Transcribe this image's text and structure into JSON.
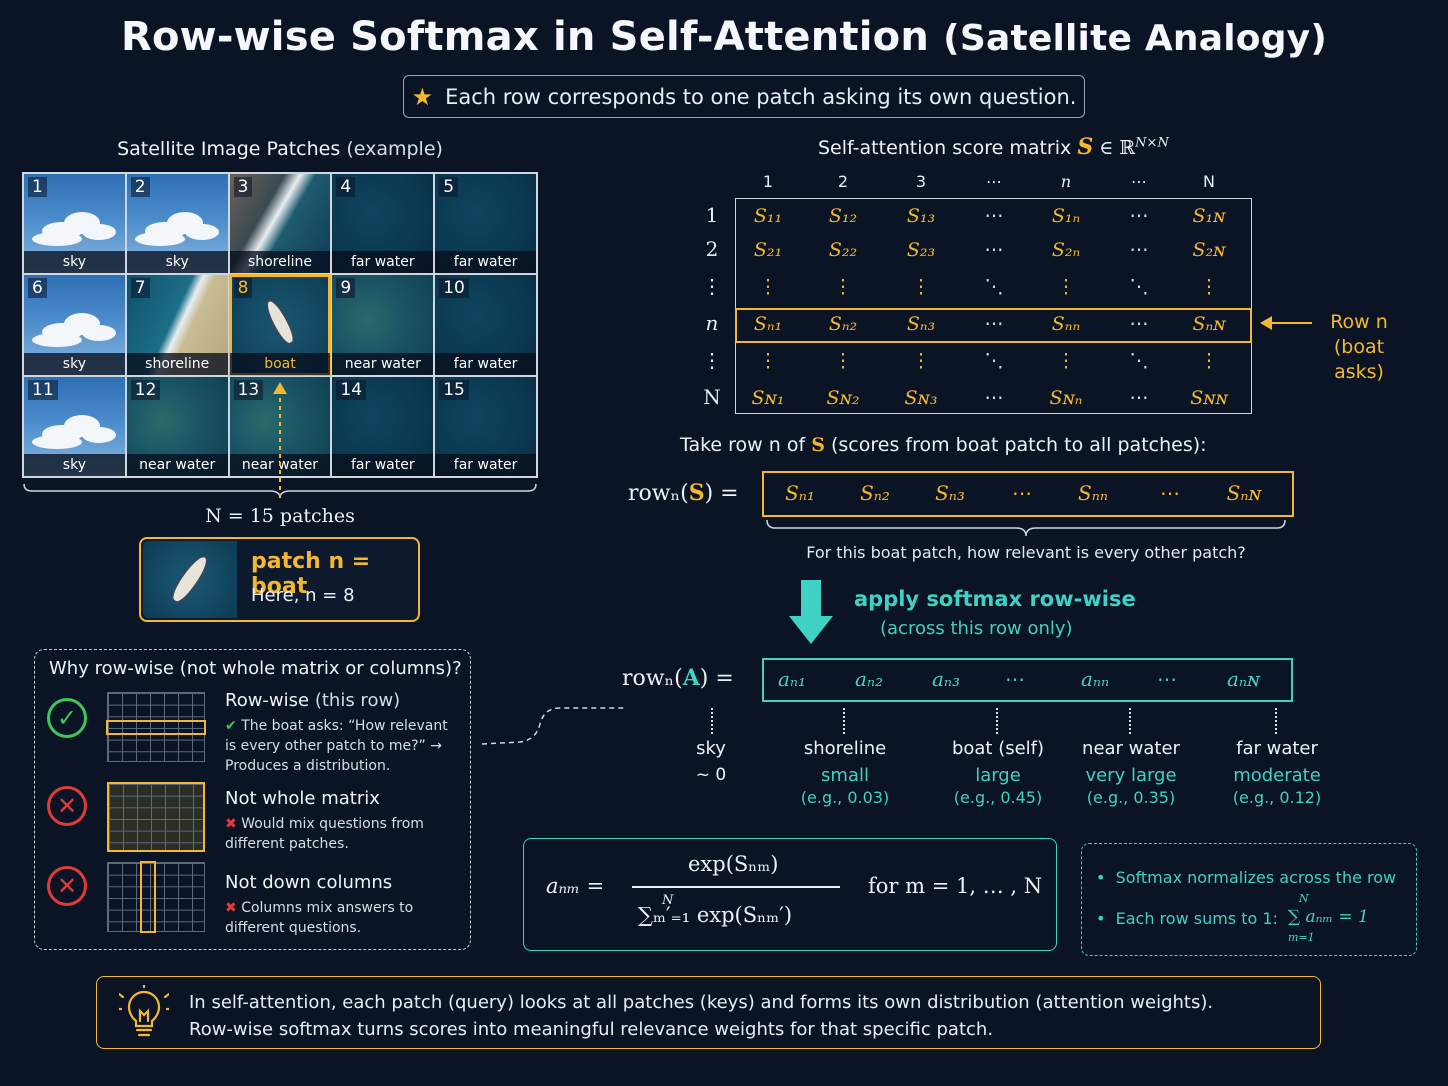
{
  "title": {
    "main": "Row-wise Softmax in Self-Attention",
    "paren": "(Satellite Analogy)"
  },
  "subtitle": "Each row corresponds to one patch asking its own question.",
  "patches": {
    "title": "Satellite Image Patches",
    "title_note": "(example)",
    "items": [
      {
        "num": "1",
        "label": "sky",
        "kind": "sky"
      },
      {
        "num": "2",
        "label": "sky",
        "kind": "sky"
      },
      {
        "num": "3",
        "label": "shoreline",
        "kind": "shore1"
      },
      {
        "num": "4",
        "label": "far water",
        "kind": "farwater"
      },
      {
        "num": "5",
        "label": "far water",
        "kind": "farwater"
      },
      {
        "num": "6",
        "label": "sky",
        "kind": "sky"
      },
      {
        "num": "7",
        "label": "shoreline",
        "kind": "shore2"
      },
      {
        "num": "8",
        "label": "boat",
        "kind": "boatp"
      },
      {
        "num": "9",
        "label": "near water",
        "kind": "nearwater"
      },
      {
        "num": "10",
        "label": "far water",
        "kind": "farwater"
      },
      {
        "num": "11",
        "label": "sky",
        "kind": "sky"
      },
      {
        "num": "12",
        "label": "near water",
        "kind": "nearwater"
      },
      {
        "num": "13",
        "label": "near water",
        "kind": "nearwater"
      },
      {
        "num": "14",
        "label": "far water",
        "kind": "farwater"
      },
      {
        "num": "15",
        "label": "far water",
        "kind": "farwater"
      }
    ],
    "count_label": "N = 15 patches"
  },
  "boat_card": {
    "line1": "patch n = boat",
    "line2": "Here, n = 8"
  },
  "why": {
    "title": "Why row-wise (not whole matrix or columns)?",
    "options": [
      {
        "head": "Row-wise",
        "head_note": "(this row)",
        "note": "The boat asks: “How relevant is every other patch to me?” → Produces a distribution."
      },
      {
        "head": "Not whole matrix",
        "head_note": "",
        "note": "Would mix questions from different patches."
      },
      {
        "head": "Not down columns",
        "head_note": "",
        "note": "Columns mix answers to different questions."
      }
    ]
  },
  "matrix": {
    "title": "Self-attention score matrix",
    "symbol": "S",
    "domain": "∈ ℝ",
    "domain_sup": "N×N",
    "col_headers": [
      "1",
      "2",
      "3",
      "⋯",
      "n",
      "⋯",
      "N"
    ],
    "row_headers": [
      "1",
      "2",
      "⋮",
      "n",
      "⋮",
      "N"
    ],
    "rows": [
      [
        "S₁₁",
        "S₁₂",
        "S₁₃",
        "⋯",
        "S₁ₙ",
        "⋯",
        "S₁ɴ"
      ],
      [
        "S₂₁",
        "S₂₂",
        "S₂₃",
        "⋯",
        "S₂ₙ",
        "⋯",
        "S₂ɴ"
      ],
      [
        "⋮",
        "⋮",
        "⋮",
        "⋱",
        "⋮",
        "⋱",
        "⋮"
      ],
      [
        "Sₙ₁",
        "Sₙ₂",
        "Sₙ₃",
        "⋯",
        "Sₙₙ",
        "⋯",
        "Sₙɴ"
      ],
      [
        "⋮",
        "⋮",
        "⋮",
        "⋱",
        "⋮",
        "⋱",
        "⋮"
      ],
      [
        "Sɴ₁",
        "Sɴ₂",
        "Sɴ₃",
        "⋯",
        "Sɴₙ",
        "⋯",
        "Sɴɴ"
      ]
    ],
    "row_n_label_1": "Row n",
    "row_n_label_2": "(boat asks)"
  },
  "row_s": {
    "take_prefix": "Take row n of",
    "take_symbol": "S",
    "take_suffix": "(scores from boat patch to all patches):",
    "label_prefix": "rowₙ(",
    "label_symbol": "S",
    "label_suffix": ") =",
    "cells": [
      "Sₙ₁",
      "Sₙ₂",
      "Sₙ₃",
      "⋯",
      "Sₙₙ",
      "⋯",
      "Sₙɴ"
    ],
    "question": "For this boat patch, how relevant is every other patch?"
  },
  "apply": {
    "line1": "apply softmax row-wise",
    "line2": "(across this row only)"
  },
  "row_a": {
    "label_prefix": "rowₙ(",
    "label_symbol": "A",
    "label_suffix": ") =",
    "cells": [
      "aₙ₁",
      "aₙ₂",
      "aₙ₃",
      "⋯",
      "aₙₙ",
      "⋯",
      "aₙɴ"
    ],
    "outcomes": [
      {
        "name": "sky",
        "value": "~ 0",
        "example": ""
      },
      {
        "name": "shoreline",
        "value": "small",
        "example": "(e.g., 0.03)"
      },
      {
        "name": "boat (self)",
        "value": "large",
        "example": "(e.g., 0.45)"
      },
      {
        "name": "near water",
        "value": "very large",
        "example": "(e.g., 0.35)"
      },
      {
        "name": "far water",
        "value": "moderate",
        "example": "(e.g., 0.12)"
      }
    ]
  },
  "formula": {
    "lhs": "aₙₘ =",
    "numerator": "exp(Sₙₘ)",
    "denominator": "∑ₘ′₌₁ exp(Sₙₘ′)",
    "sum_top": "N",
    "condition": "for  m = 1, … , N"
  },
  "notes": {
    "items": [
      "Softmax normalizes across the row",
      "Each row sums to 1:"
    ],
    "sum_expr": "∑ aₙₘ = 1",
    "sum_top": "N",
    "sum_bottom": "m=1"
  },
  "bottom": {
    "line1": "In self-attention, each patch (query) looks at all patches (keys) and forms its own distribution (attention weights).",
    "line2": "Row-wise softmax turns scores into meaningful relevance weights for that specific patch."
  },
  "colors": {
    "background": "#0b1425",
    "gold": "#f4b731",
    "teal": "#3fd2c4",
    "check_green": "#3ec55b",
    "cross_red": "#e23a3a"
  },
  "icons": [
    "star-icon",
    "check-circle-icon",
    "cross-circle-icon",
    "lightbulb-icon",
    "down-arrow-icon",
    "left-arrow-icon"
  ]
}
